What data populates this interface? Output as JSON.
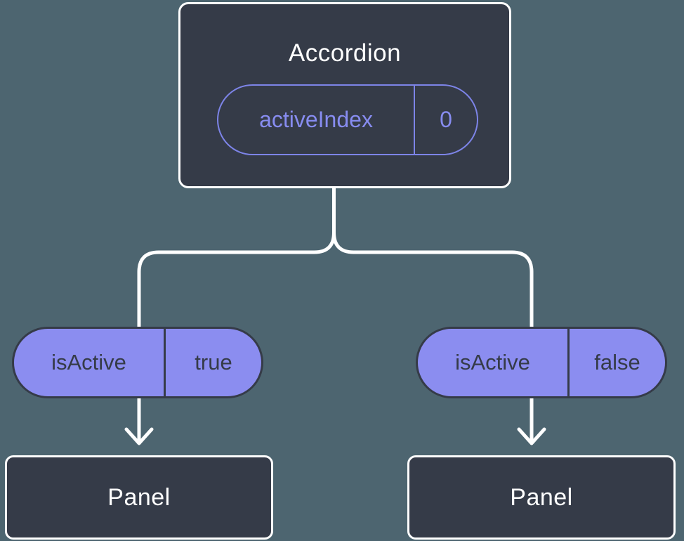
{
  "diagram": {
    "description": "React component tree: Accordion parent passing isActive props to two Panel children",
    "colors": {
      "background": "#4d6570",
      "node_fill": "#353b48",
      "node_border": "#ffffff",
      "state_pill_outline": "#7d84e8",
      "state_pill_text": "#878cf0",
      "prop_pill_fill": "#8b8df0",
      "prop_pill_text": "#353b48",
      "connector": "#ffffff"
    },
    "root": {
      "title": "Accordion",
      "state": {
        "name": "activeIndex",
        "value": "0"
      }
    },
    "children": [
      {
        "prop": {
          "name": "isActive",
          "value": "true"
        },
        "node": {
          "title": "Panel"
        }
      },
      {
        "prop": {
          "name": "isActive",
          "value": "false"
        },
        "node": {
          "title": "Panel"
        }
      }
    ]
  }
}
